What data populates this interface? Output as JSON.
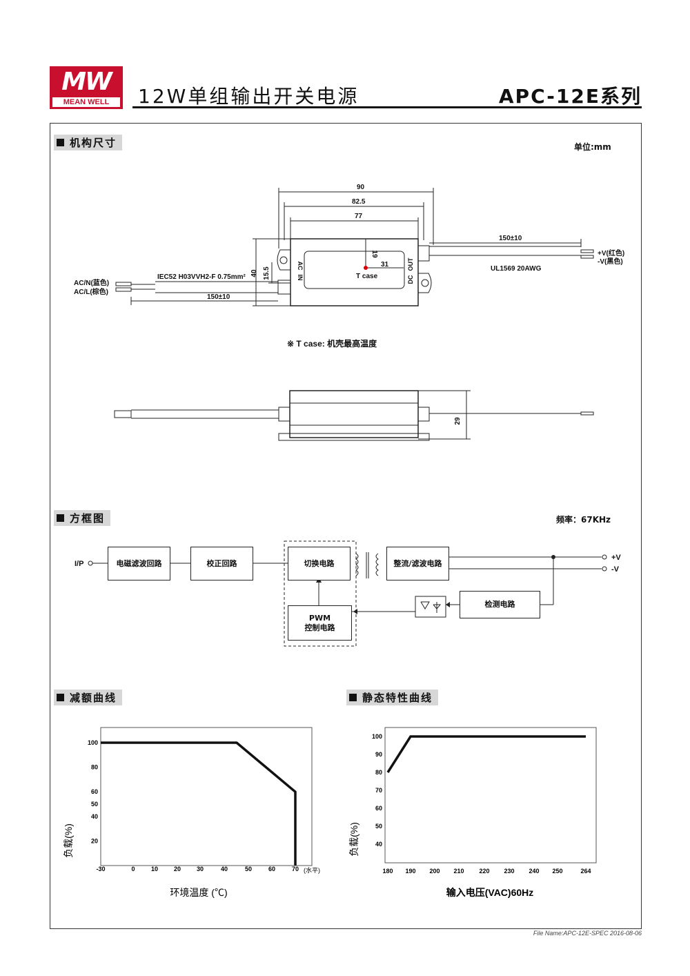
{
  "header": {
    "logo_text": "MW",
    "brand_text": "MEAN WELL",
    "title": "12W单组输出开关电源",
    "series": "APC-12E系列"
  },
  "mech": {
    "heading": "机构尺寸",
    "unit": "单位:mm",
    "dims": {
      "d90": "90",
      "d82_5": "82.5",
      "d77": "77",
      "d40": "40",
      "d15_5": "15.5",
      "d19": "19",
      "d31": "31",
      "d29": "29",
      "len_out": "150±10",
      "len_in": "150±10"
    },
    "ac_n": "AC/N(蓝色)",
    "ac_l": "AC/L(棕色)",
    "ac_cable": "IEC52 H03VVH2-F  0.75mm²",
    "v_plus": "+V(红色)",
    "v_minus": "-V(黑色)",
    "dc_cable": "UL1569  20AWG",
    "label_in": "IN",
    "label_ac": "AC",
    "label_out": "OUT",
    "label_dc": "DC",
    "tcase": "T case",
    "tcase_note": "※ T case: 机壳最高温度"
  },
  "block": {
    "heading": "方框图",
    "freq": "频率：67KHz",
    "ip": "I/P",
    "emi": "电磁滤波回路",
    "pfc": "校正回路",
    "switch": "切换电路",
    "rect": "整流/滤波电路",
    "pwm_line1": "PWM",
    "pwm_line2": "控制电路",
    "detect": "检测电路",
    "out_plus": "+V",
    "out_minus": "-V"
  },
  "derating": {
    "heading": "减额曲线",
    "chart_data": {
      "type": "line",
      "xlabel": "环境温度 (℃)",
      "ylabel": "负载(%)",
      "x_unit": "(水平)",
      "x_ticks": [
        "-30",
        "0",
        "10",
        "20",
        "30",
        "40",
        "50",
        "60",
        "70"
      ],
      "y_ticks": [
        "100",
        "80",
        "60",
        "50",
        "40",
        "20"
      ],
      "xlim": [
        -30,
        80
      ],
      "ylim": [
        0,
        110
      ],
      "x": [
        -30,
        45,
        70,
        70
      ],
      "y": [
        100,
        100,
        60,
        0
      ]
    }
  },
  "static": {
    "heading": "静态特性曲线",
    "chart_data": {
      "type": "line",
      "xlabel": "输入电压(VAC)60Hz",
      "ylabel": "负载(%)",
      "x_ticks": [
        "180",
        "190",
        "200",
        "210",
        "220",
        "230",
        "240",
        "250",
        "264"
      ],
      "y_ticks": [
        "100",
        "90",
        "80",
        "70",
        "60",
        "50",
        "40"
      ],
      "x": [
        180,
        190,
        264
      ],
      "y": [
        80,
        100,
        100
      ]
    }
  },
  "footer": {
    "text": "File Name:APC-12E-SPEC  2016-08-06"
  }
}
